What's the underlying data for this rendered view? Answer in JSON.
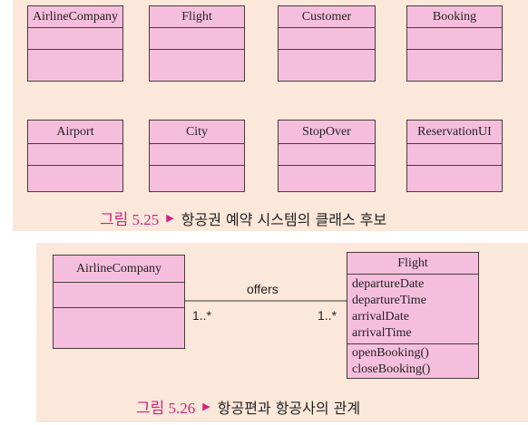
{
  "figure_525": {
    "classes": [
      "AirlineCompany",
      "Flight",
      "Customer",
      "Booking",
      "Airport",
      "City",
      "StopOver",
      "ReservationUI"
    ],
    "caption_number": "그림 5.25",
    "caption_marker": "▶",
    "caption_text": "항공권 예약 시스템의 클래스 후보"
  },
  "figure_526": {
    "left_class": {
      "name": "AirlineCompany"
    },
    "right_class": {
      "name": "Flight",
      "attributes": [
        "departureDate",
        "departureTime",
        "arrivalDate",
        "arrivalTime"
      ],
      "operations": [
        "openBooking()",
        "closeBooking()"
      ]
    },
    "association": {
      "label": "offers",
      "left_multiplicity": "1..*",
      "right_multiplicity": "1..*"
    },
    "caption_number": "그림 5.26",
    "caption_marker": "▶",
    "caption_text": "항공편과 항공사의 관계"
  }
}
